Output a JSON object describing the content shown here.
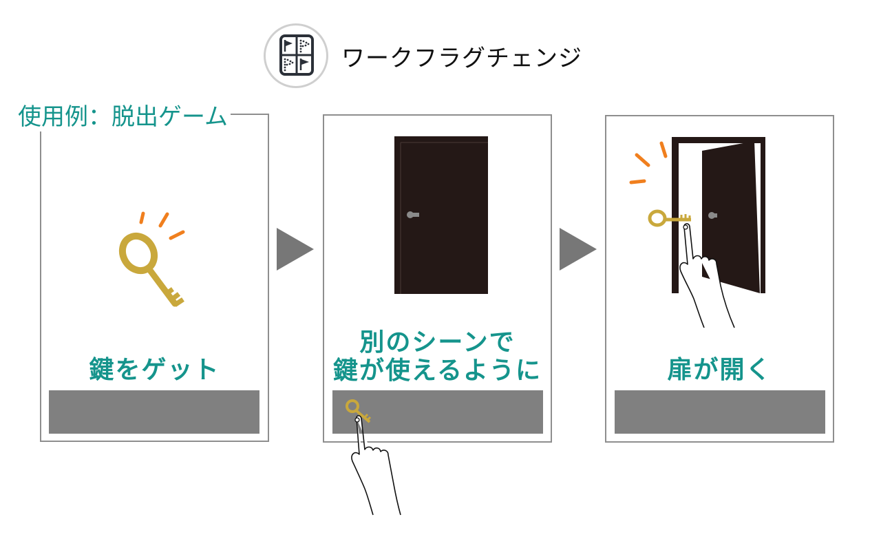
{
  "header": {
    "title": "ワークフラグチェンジ",
    "icon": "flag-grid-icon"
  },
  "section_label": "使用例：脱出ゲーム",
  "steps": [
    {
      "caption": "鍵をゲット"
    },
    {
      "caption_line1": "別のシーンで",
      "caption_line2": "鍵が使えるように"
    },
    {
      "caption": "扉が開く"
    }
  ],
  "colors": {
    "accent_teal": "#15948c",
    "panel_border": "#8e8e8e",
    "bar_gray": "#808080",
    "arrow_gray": "#777777",
    "door": "#241816",
    "key_gold": "#c9a83c",
    "sparkle_orange": "#f07f1e"
  }
}
